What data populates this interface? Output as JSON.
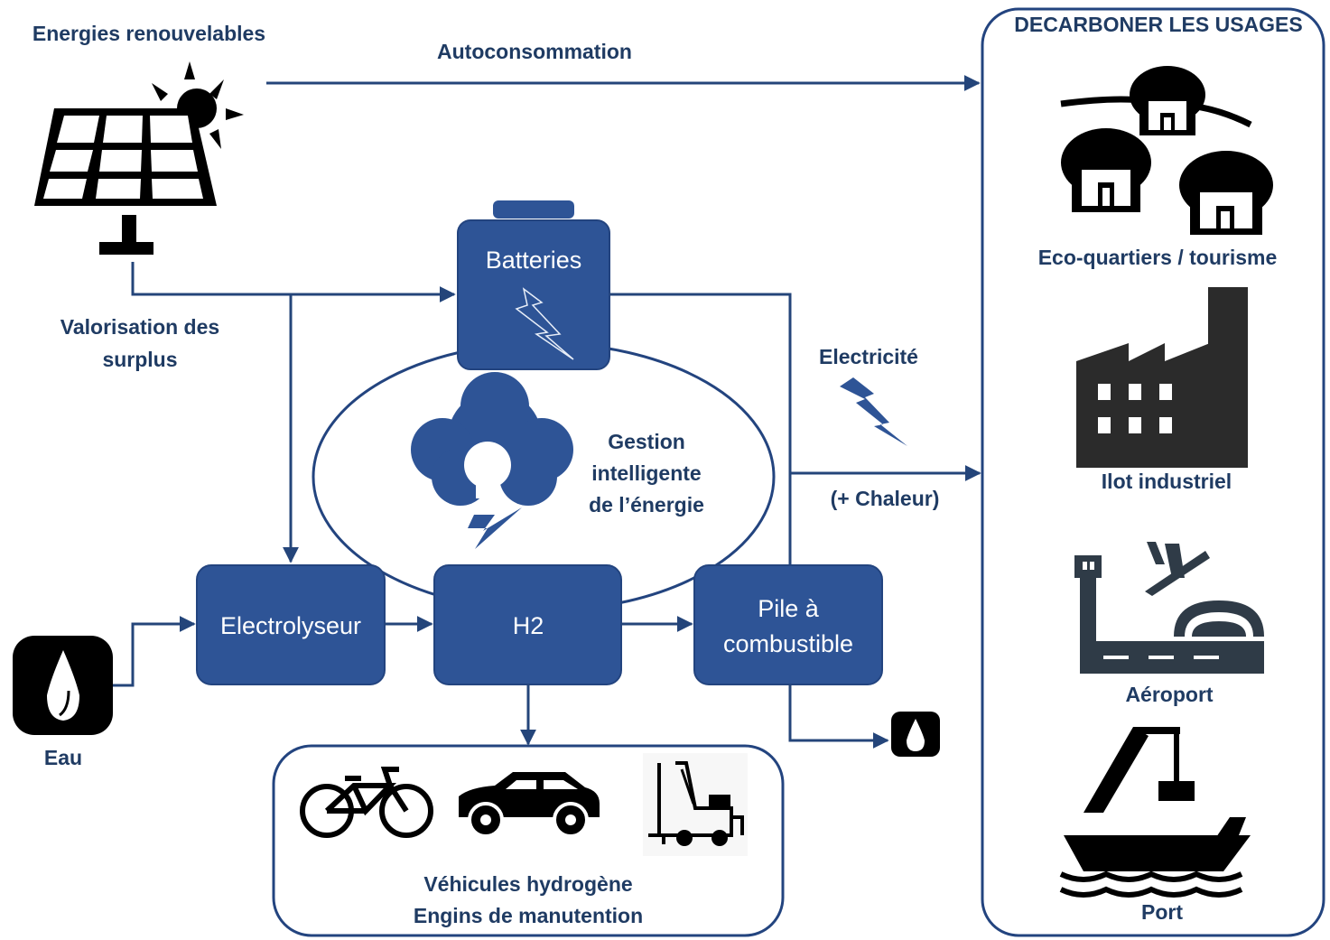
{
  "labels": {
    "energies": "Energies renouvelables",
    "autoconsommation": "Autoconsommation",
    "valorisation_line1": "Valorisation des",
    "valorisation_line2": "surplus",
    "electricite": "Electricité",
    "chaleur": "(+ Chaleur)",
    "gestion_line1": "Gestion",
    "gestion_line2": "intelligente",
    "gestion_line3": "de l’énergie",
    "eau": "Eau",
    "vehicules_line1": "Véhicules hydrogène",
    "vehicules_line2": "Engins de manutention"
  },
  "boxes": {
    "batteries": "Batteries",
    "electrolyseur": "Electrolyseur",
    "h2": "H2",
    "pile_line1": "Pile à",
    "pile_line2": "combustible"
  },
  "usages": {
    "title": "DECARBONER LES USAGES",
    "items": [
      {
        "label": "Eco-quartiers / tourisme",
        "icon": "houses-icon"
      },
      {
        "label": "Ilot industriel",
        "icon": "factory-icon"
      },
      {
        "label": "Aéroport",
        "icon": "airport-icon"
      },
      {
        "label": "Port",
        "icon": "port-icon"
      }
    ]
  },
  "icons": {
    "solar": "solar-panel-icon",
    "water": "water-drop-icon",
    "bike": "bicycle-icon",
    "car": "car-icon",
    "forklift": "forklift-icon",
    "lightning": "lightning-icon",
    "brain": "idea-cloud-icon"
  },
  "colors": {
    "box_fill": "#2e5496",
    "line": "#24457a",
    "text": "#1f3b63"
  }
}
